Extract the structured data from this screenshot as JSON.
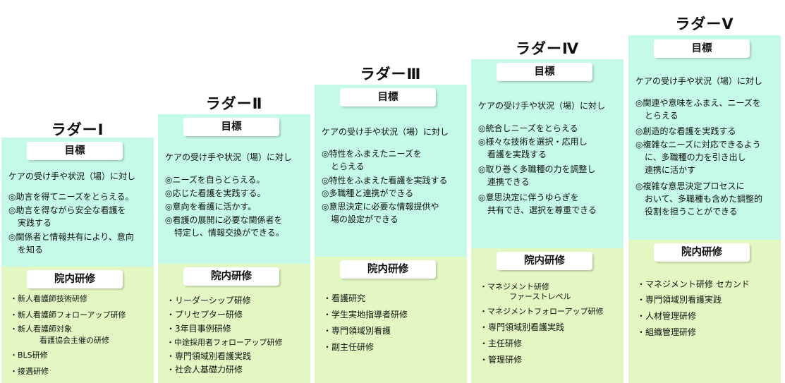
{
  "ladders": [
    {
      "title": "ラダーⅠ",
      "goal_label": "目標",
      "intro": "ケアの受け手や状況（場）に対し",
      "goals": [
        [
          "◎助言を得てニーズをとらえる。"
        ],
        [
          "◎助言を得ながら安全な看護を",
          "実践する"
        ],
        [
          "◎関係者と情報共有により、意向",
          "を知る"
        ]
      ],
      "training_label": "院内研修",
      "training": [
        [
          "・新人看護師技術研修"
        ],
        [
          "・新人看護師フォローアップ研修"
        ],
        [
          "・新人看護師対象",
          "看護協会主催の研修"
        ],
        [
          "・BLS研修"
        ],
        [
          "・接遇研修"
        ]
      ]
    },
    {
      "title": "ラダーⅡ",
      "goal_label": "目標",
      "intro": "ケアの受け手や状況（場）に対し",
      "goals": [
        [
          "◎ニーズを自らとらえる。"
        ],
        [
          "◎応じた看護を実践する。"
        ],
        [
          "◎意向を看護に活かす。"
        ],
        [
          "◎看護の展開に必要な関係者を",
          "特定し、情報交換ができる。"
        ]
      ],
      "training_label": "院内研修",
      "training": [
        [
          "・リーダーシップ研修"
        ],
        [
          "・プリセプター研修"
        ],
        [
          "・3年目事例研修"
        ],
        [
          "・中途採用者フォローアップ研修"
        ],
        [
          "・専門領域別看護実践"
        ],
        [
          "・社会人基礎力研修"
        ]
      ]
    },
    {
      "title": "ラダーⅢ",
      "goal_label": "目標",
      "intro": "ケアの受け手や状況（場）に対し",
      "goals": [
        [
          "◎特性をふまえたニーズを",
          "とらえる"
        ],
        [
          "◎特性をふまえた看護を実践する"
        ],
        [
          "◎多職種と連携ができる"
        ],
        [
          "◎意思決定に必要な情報提供や",
          "場の設定ができる"
        ]
      ],
      "training_label": "院内研修",
      "training": [
        [
          "・看護研究"
        ],
        [
          "・学生実地指導者研修"
        ],
        [
          "・専門領域別看護"
        ],
        [
          "・副主任研修"
        ]
      ]
    },
    {
      "title": "ラダーⅣ",
      "goal_label": "目標",
      "intro": "ケアの受け手や状況（場）に対し",
      "goals": [
        [
          "◎統合しニーズをとらえる"
        ],
        [
          "◎様々な技術を選択・応用し",
          "看護を実践する"
        ],
        [
          "◎取り巻く多職種の力を調整し",
          "連携できる"
        ],
        [
          "◎意思決定に伴うゆらぎを",
          "共有でき、選択を尊重できる"
        ]
      ],
      "training_label": "院内研修",
      "training": [
        [
          "・マネジメント研修",
          "ファーストレベル"
        ],
        [
          "・マネジメントフォローアップ研修"
        ],
        [
          "・専門領域別看護実践"
        ],
        [
          "・主任研修"
        ],
        [
          "・管理研修"
        ]
      ]
    },
    {
      "title": "ラダーⅤ",
      "goal_label": "目標",
      "intro": "ケアの受け手や状況（場）に対し",
      "goals": [
        [
          "◎関連や意味をふまえ、ニーズを",
          "とらえる"
        ],
        [
          "◎創造的な看護を実践する"
        ],
        [
          "◎複雑なニーズに対応できるよう",
          "に、多職種の力を引き出し",
          "連携に活かす"
        ],
        [
          "◎複雑な意思決定プロセスに",
          "おいて、多職種も含めた調整的",
          "役割を担うことができる"
        ]
      ],
      "training_label": "院内研修",
      "training": [
        [
          "・マネジメント研修 セカンド"
        ],
        [
          "・専門領域別看護実践"
        ],
        [
          "・人材管理研修"
        ],
        [
          "・組織管理研修"
        ]
      ]
    }
  ]
}
